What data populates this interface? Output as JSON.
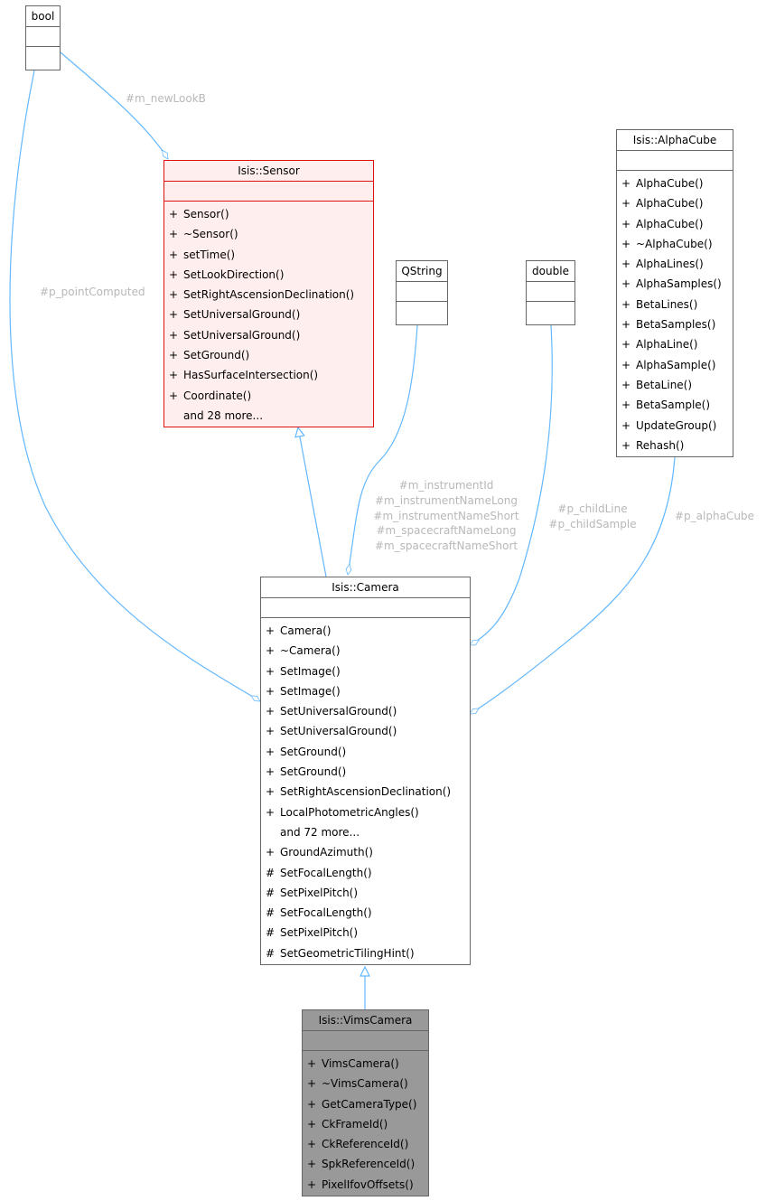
{
  "classes": {
    "bool": {
      "name": "bool"
    },
    "sensor": {
      "name": "Isis::Sensor",
      "ops": [
        "+|Sensor()",
        "+|~Sensor()",
        "+|setTime()",
        "+|SetLookDirection()",
        "+|SetRightAscensionDeclination()",
        "+|SetUniversalGround()",
        "+|SetUniversalGround()",
        "+|SetGround()",
        "+|HasSurfaceIntersection()",
        "+|Coordinate()",
        "|and 28 more..."
      ]
    },
    "qstring": {
      "name": "QString"
    },
    "double": {
      "name": "double"
    },
    "alphacube": {
      "name": "Isis::AlphaCube",
      "ops": [
        "+|AlphaCube()",
        "+|AlphaCube()",
        "+|AlphaCube()",
        "+|~AlphaCube()",
        "+|AlphaLines()",
        "+|AlphaSamples()",
        "+|BetaLines()",
        "+|BetaSamples()",
        "+|AlphaLine()",
        "+|AlphaSample()",
        "+|BetaLine()",
        "+|BetaSample()",
        "+|UpdateGroup()",
        "+|Rehash()"
      ]
    },
    "camera": {
      "name": "Isis::Camera",
      "ops": [
        "+|Camera()",
        "+|~Camera()",
        "+|SetImage()",
        "+|SetImage()",
        "+|SetUniversalGround()",
        "+|SetUniversalGround()",
        "+|SetGround()",
        "+|SetGround()",
        "+|SetRightAscensionDeclination()",
        "+|LocalPhotometricAngles()",
        "|and 72 more...",
        "+|GroundAzimuth()",
        "#|SetFocalLength()",
        "#|SetPixelPitch()",
        "#|SetFocalLength()",
        "#|SetPixelPitch()",
        "#|SetGeometricTilingHint()"
      ]
    },
    "vims": {
      "name": "Isis::VimsCamera",
      "ops": [
        "+|VimsCamera()",
        "+|~VimsCamera()",
        "+|GetCameraType()",
        "+|CkFrameId()",
        "+|CkReferenceId()",
        "+|SpkReferenceId()",
        "+|PixelIfovOffsets()"
      ]
    }
  },
  "edge_labels": {
    "new_look_b": "#m_newLookB",
    "point_computed": "#p_pointComputed",
    "qstring_members": [
      "#m_instrumentId",
      "#m_instrumentNameLong",
      "#m_instrumentNameShort",
      "#m_spacecraftNameLong",
      "#m_spacecraftNameShort"
    ],
    "double_members": [
      "#p_childLine",
      "#p_childSample"
    ],
    "alpha_cube": "#p_alphaCube"
  },
  "colors": {
    "edge": "#63b8ff",
    "box_border": "#666666",
    "sensor_border": "#dd1111",
    "sensor_fill": "#ffeeee",
    "vims_fill": "#999999",
    "label": "#b8b8b8"
  }
}
